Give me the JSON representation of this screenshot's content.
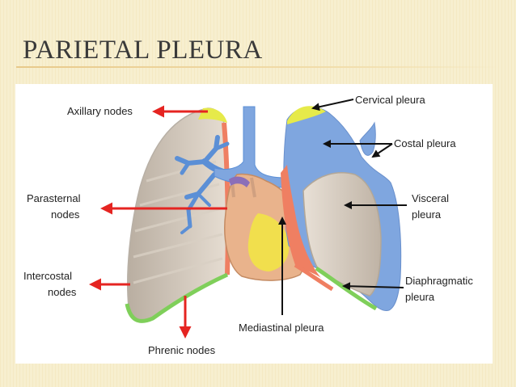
{
  "slide": {
    "title": "PARIETAL PLEURA"
  },
  "labels": {
    "axillary": "Axillary nodes",
    "parasternal_1": "Parasternal",
    "parasternal_2": "nodes",
    "intercostal_1": "Intercostal",
    "intercostal_2": "nodes",
    "phrenic": "Phrenic nodes",
    "mediastinal": "Mediastinal pleura",
    "cervical": "Cervical pleura",
    "costal": "Costal pleura",
    "visceral_1": "Visceral",
    "visceral_2": "pleura",
    "diaphragmatic_1": "Diaphragmatic",
    "diaphragmatic_2": "pleura"
  },
  "colors": {
    "lymph_arrow": "#e52421",
    "pointer_arrow": "#111111",
    "parietal_pleura": "#7fa6df",
    "cervical_pleura": "#e6ea4a",
    "diaphragmatic_pleura": "#7fcf5a",
    "mediastinal_pleura": "#ef7f62",
    "lung_tissue": "#cfc4b6",
    "heart": "#e9b38c",
    "bronchi": "#5b8fd6"
  }
}
